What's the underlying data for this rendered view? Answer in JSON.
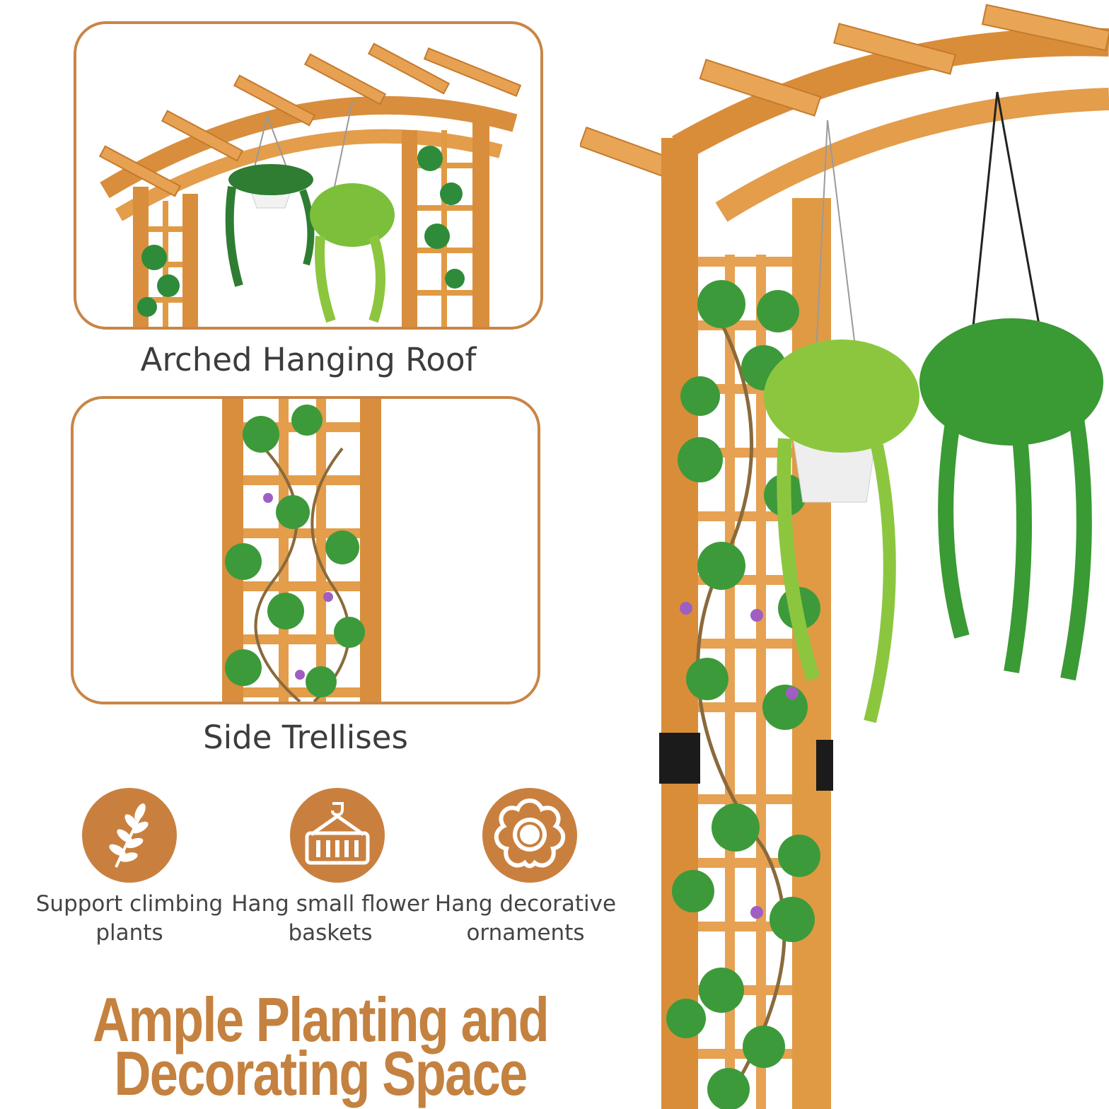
{
  "colors": {
    "accent": "#c9803f",
    "headline": "#c4813f",
    "wood": "#e09a44",
    "wood_dark": "#c57a2c",
    "leaf": "#3d9a3a",
    "leaf_light": "#8cc63f",
    "bracket": "#1b1b1b"
  },
  "panels": {
    "roof": {
      "caption": "Arched Hanging Roof"
    },
    "trellis": {
      "caption": "Side Trellises"
    }
  },
  "features": [
    {
      "icon": "wheat-icon",
      "label": "Support climbing plants"
    },
    {
      "icon": "hanging-basket-icon",
      "label": "Hang small flower baskets"
    },
    {
      "icon": "flower-icon",
      "label": "Hang decorative ornaments"
    }
  ],
  "headline": {
    "line1": "Ample Planting and",
    "line2": "Decorating Space"
  }
}
